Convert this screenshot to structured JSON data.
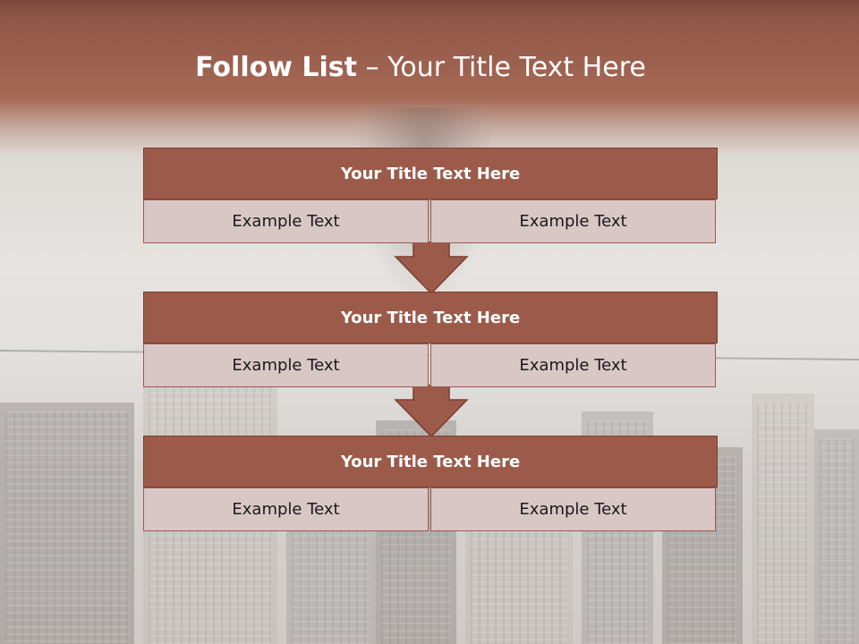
{
  "slide": {
    "title_bold": "Follow List",
    "title_dash": " – ",
    "title_rest": "Your Title Text Here",
    "colors": {
      "header_band": "#9a5e4d",
      "block_head": "#9c5b4a",
      "block_border": "#7a3e30",
      "cell_fill": "#d9c7c6",
      "arrow_fill": "#9c5b4a"
    }
  },
  "blocks": [
    {
      "title": "Your Title Text Here",
      "left": "Example Text",
      "right": "Example Text"
    },
    {
      "title": "Your Title Text Here",
      "left": "Example Text",
      "right": "Example Text"
    },
    {
      "title": "Your Title Text Here",
      "left": "Example Text",
      "right": "Example Text"
    }
  ],
  "icons": [
    "down-arrow-icon",
    "down-arrow-icon"
  ]
}
